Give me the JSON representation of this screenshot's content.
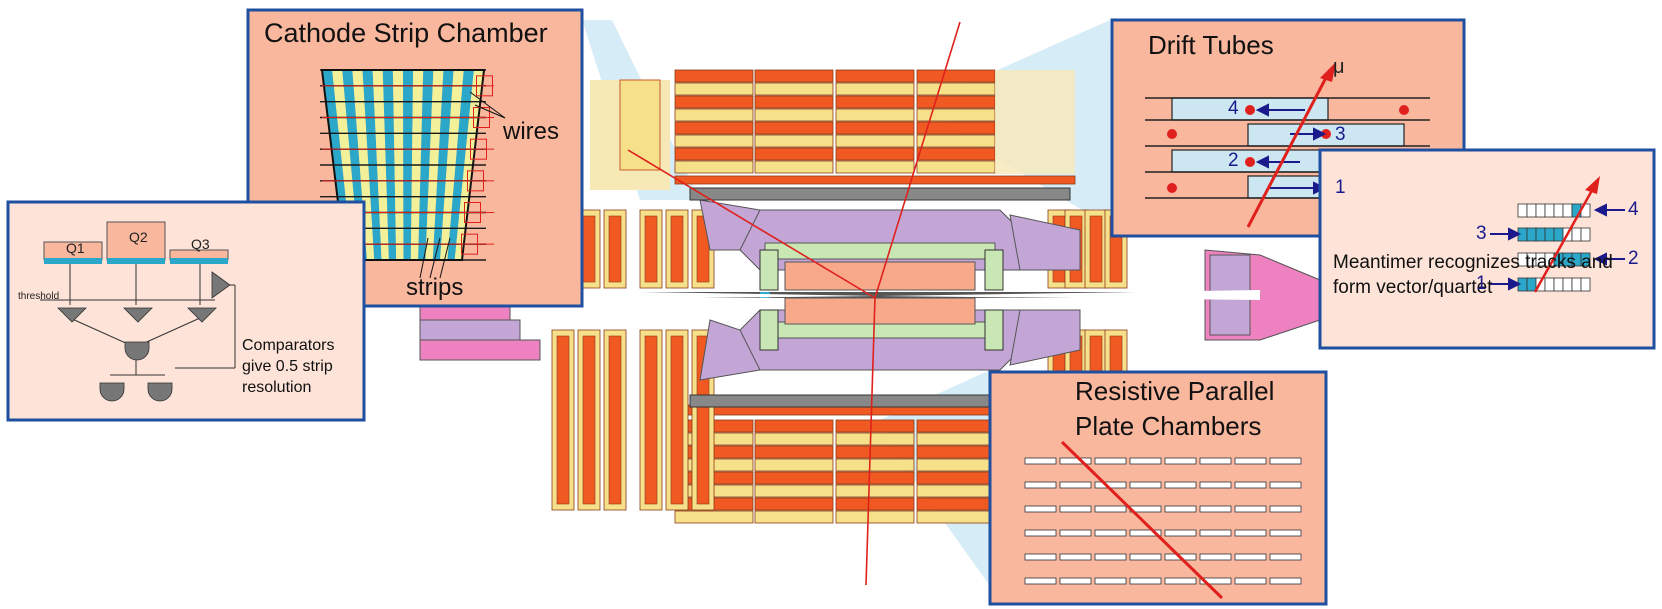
{
  "diagram": {
    "csc": {
      "title": "Cathode Strip Chamber",
      "wires_label": "wires",
      "strips_label": "strips"
    },
    "comparator": {
      "q1": "Q1",
      "q2": "Q2",
      "q3": "Q3",
      "threshold": "threshold",
      "caption": "Comparators give 0.5 strip resolution"
    },
    "drift_tubes": {
      "title": "Drift Tubes",
      "muon": "μ",
      "hits": [
        "4",
        "3",
        "2",
        "1"
      ]
    },
    "meantimer": {
      "caption": "Meantimer recognizes tracks and form vector/quartet",
      "layers": [
        "4",
        "3",
        "2",
        "1"
      ]
    },
    "rpc": {
      "title_line1": "Resistive Parallel",
      "title_line2": "Plate Chambers"
    },
    "colors": {
      "panel_fill": "#f9b79e",
      "panel_border": "#1f4fa0",
      "inset_fill": "#fde3d8",
      "track": "#e0201c",
      "arrow": "#1a1a8c",
      "yoke_red": "#f05a22",
      "yoke_yellow": "#f7e08a",
      "coil_purple": "#c3a6d6",
      "tracker_green": "#c9e6b5",
      "endcap_pink": "#ee82c0",
      "cyan_strip": "#2aa7c9"
    }
  }
}
